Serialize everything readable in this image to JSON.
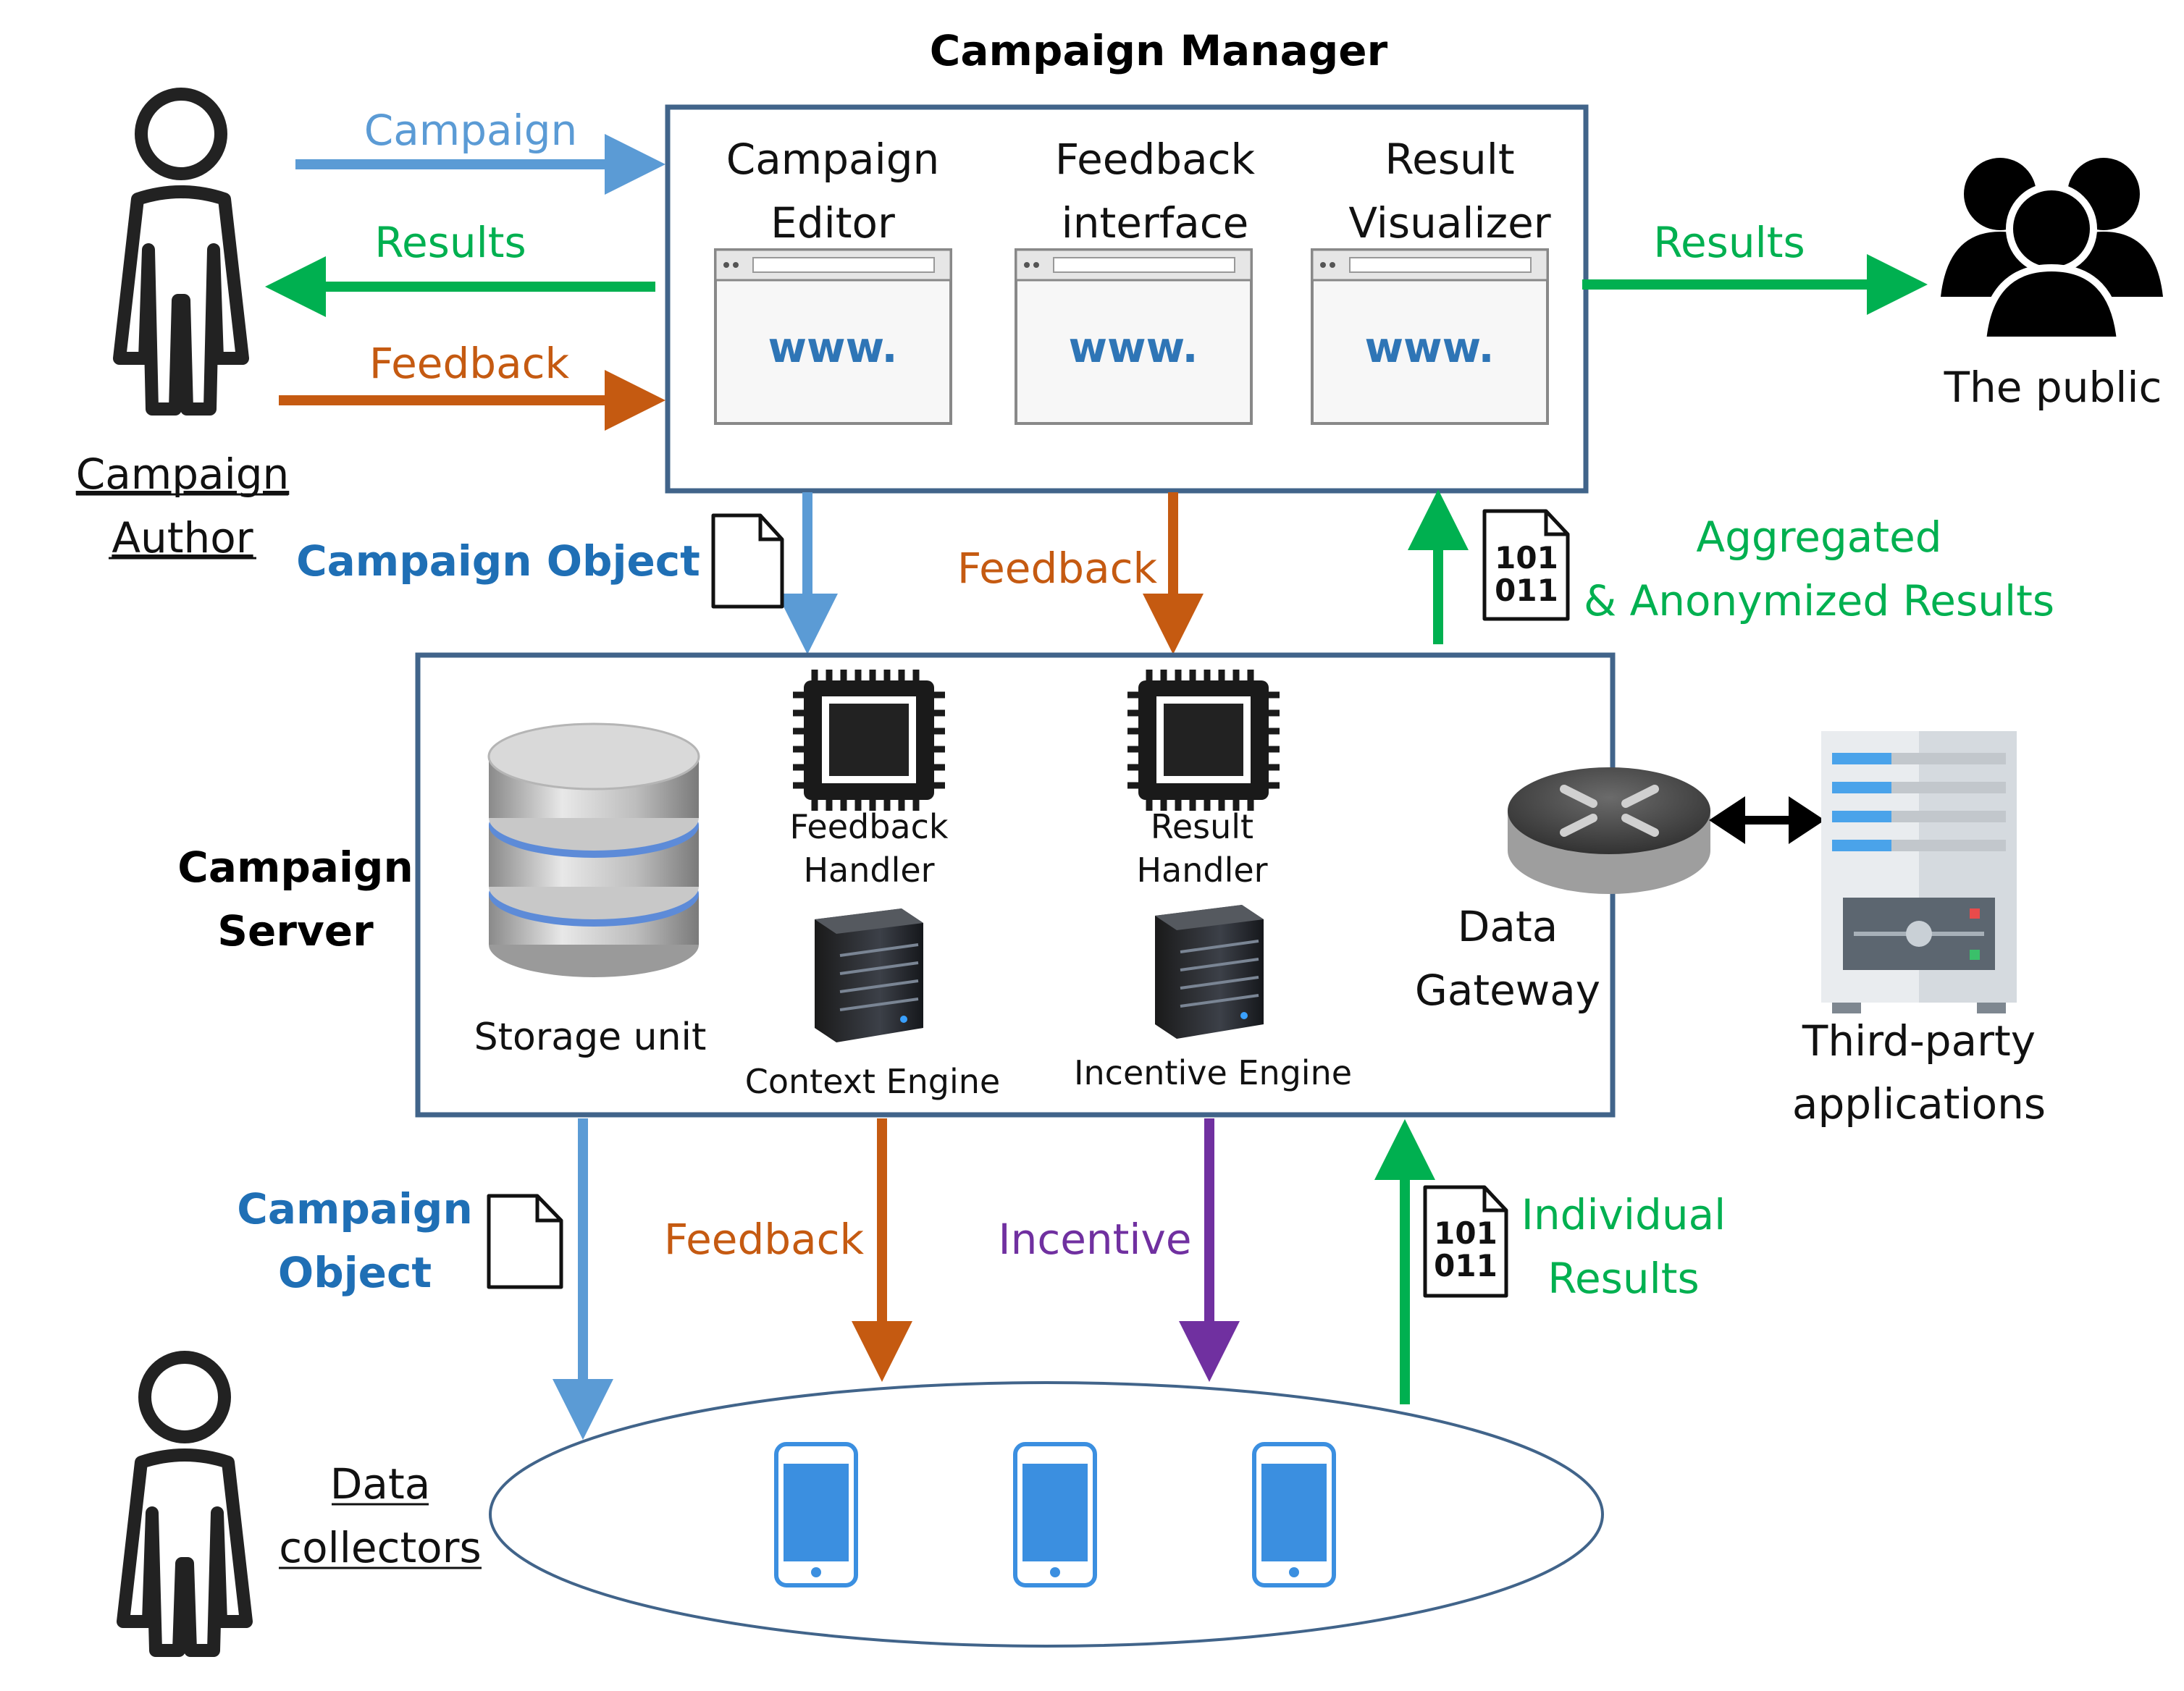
{
  "titles": {
    "campaign_manager": "Campaign Manager",
    "campaign_server_line1": "Campaign",
    "campaign_server_line2": "Server"
  },
  "manager_panels": [
    {
      "line1": "Campaign",
      "line2": "Editor",
      "www": "www."
    },
    {
      "line1": "Feedback",
      "line2": "interface",
      "www": "www."
    },
    {
      "line1": "Result",
      "line2": "Visualizer",
      "www": "www."
    }
  ],
  "actors": {
    "author_line1": "Campaign",
    "author_line2": "Author",
    "public": "The public",
    "collectors_line1": "Data",
    "collectors_line2": "collectors",
    "third_party_line1": "Third-party",
    "third_party_line2": "applications"
  },
  "flows": {
    "campaign": "Campaign",
    "results_to_author": "Results",
    "feedback_from_author": "Feedback",
    "results_to_public": "Results",
    "campaign_object_top": "Campaign Object",
    "feedback_down_top": "Feedback",
    "aggregated_line1": "Aggregated",
    "aggregated_line2": "& Anonymized Results",
    "campaign_object_bottom_line1": "Campaign",
    "campaign_object_bottom_line2": "Object",
    "feedback_down_bottom": "Feedback",
    "incentive": "Incentive",
    "individual_line1": "Individual",
    "individual_line2": "Results"
  },
  "server_components": {
    "storage": "Storage unit",
    "feedback_handler_line1": "Feedback",
    "feedback_handler_line2": "Handler",
    "result_handler_line1": "Result",
    "result_handler_line2": "Handler",
    "context_engine": "Context Engine",
    "incentive_engine": "Incentive Engine",
    "gateway_line1": "Data",
    "gateway_line2": "Gateway"
  },
  "binary": {
    "line1": "101",
    "line2": "011"
  },
  "colors": {
    "blue": "#5b9bd5",
    "blue_text": "#1f6fb5",
    "green": "#00b050",
    "orange": "#c55a11",
    "orange_text": "#c55a11",
    "purple": "#7030a0",
    "box_border": "#41648a",
    "phone": "#3b8fe0"
  }
}
